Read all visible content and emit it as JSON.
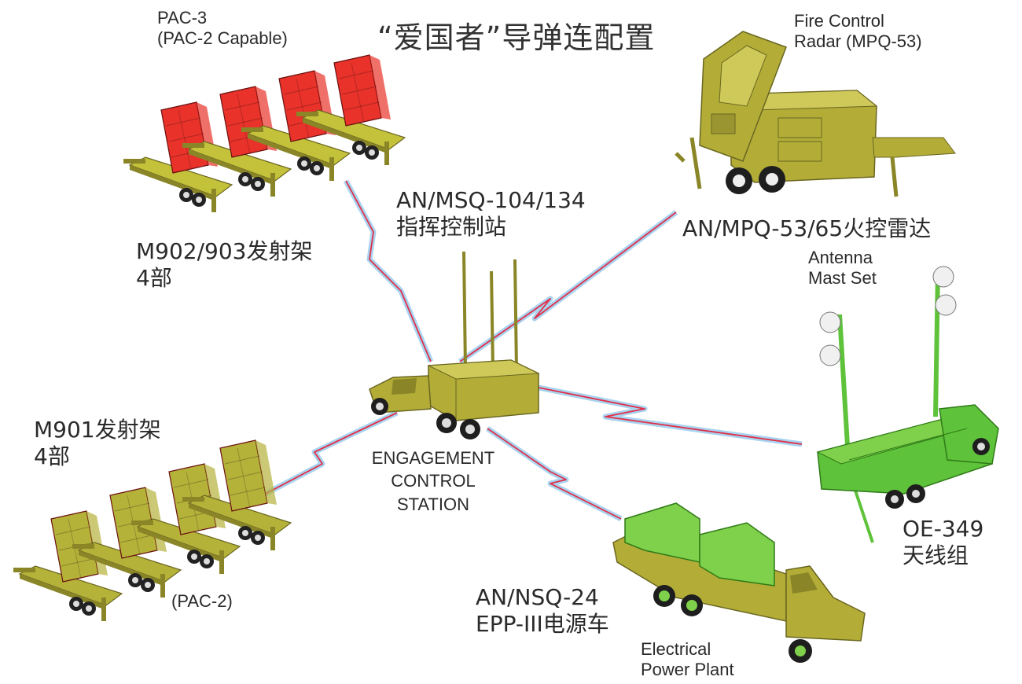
{
  "title": "“爱国者”导弹连配置",
  "nodes": {
    "launchers_pac3": {
      "model": "PAC-3\n(PAC-2 Capable)",
      "name": "M902/903发射架\n4部"
    },
    "launchers_pac2": {
      "name": "M901发射架\n4部",
      "model": "(PAC-2)"
    },
    "command": {
      "designation": "AN/MSQ-104/134\n指挥控制站",
      "english": "ENGAGEMENT\nCONTROL\nSTATION"
    },
    "radar": {
      "english": "Fire Control\nRadar (MPQ-53)",
      "designation": "AN/MPQ-53/65火控雷达"
    },
    "antenna": {
      "english": "Antenna\nMast Set",
      "designation": "OE-349\n天线组"
    },
    "power": {
      "designation": "AN/NSQ-24\nEPP-III电源车",
      "english": "Electrical\nPower Plant"
    }
  },
  "links": [
    "launchers_pac3",
    "radar",
    "antenna",
    "power",
    "launchers_pac2"
  ],
  "colors": {
    "pac3_launcher": "#e8322a",
    "pac2_launcher": "#b5b23a",
    "vehicle_olive": "#b3ad38",
    "antenna_green": "#5ec23a",
    "power_green": "#7fd04a",
    "link_red": "#e0304a",
    "link_blue": "#a8d4f0"
  }
}
